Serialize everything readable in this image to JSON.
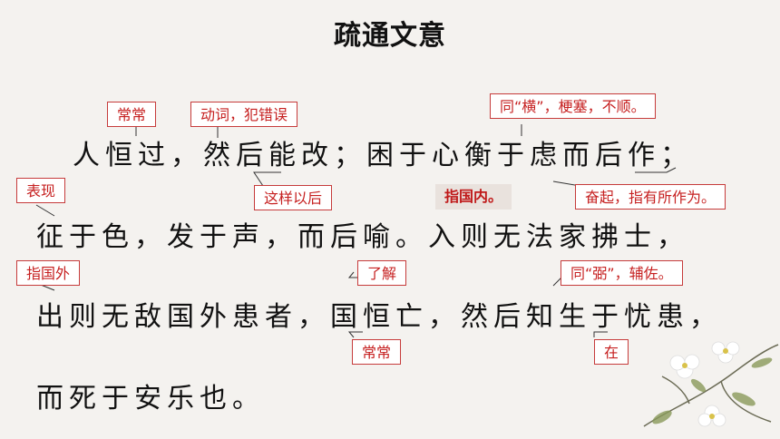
{
  "title": "疏通文意",
  "lines": [
    "人恒过，然后能改；困于心衡于虑而后作；",
    "征于色，发于声，而后喻。入则无法家拂士，",
    "出则无敌国外患者，国恒亡，然后知生于忧患，",
    "而死于安乐也。"
  ],
  "notes": {
    "changchang1": "常常",
    "dongci": "动词，犯错误",
    "heng": "同“横”，梗塞，不顺。",
    "biaoxian": "表现",
    "zheyang": "这样以后",
    "zhiguonei": "指国内。",
    "fenqi": "奋起，指有所作为。",
    "zhiguowai": "指国外",
    "liaojie": "了解",
    "bi": "同“弼”，辅佐。",
    "changchang2": "常常",
    "zai": "在"
  },
  "colors": {
    "annotation": "#c62020",
    "background": "#f4f2ef"
  }
}
